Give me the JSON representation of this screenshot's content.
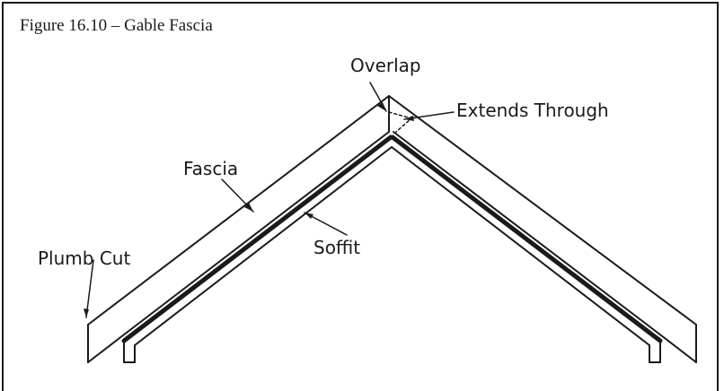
{
  "figure": {
    "caption": "Figure 16.10 – Gable Fascia"
  },
  "labels": {
    "overlap": "Overlap",
    "extends_through": "Extends Through",
    "fascia": "Fascia",
    "soffit": "Soffit",
    "plumb_cut": "Plumb Cut"
  }
}
